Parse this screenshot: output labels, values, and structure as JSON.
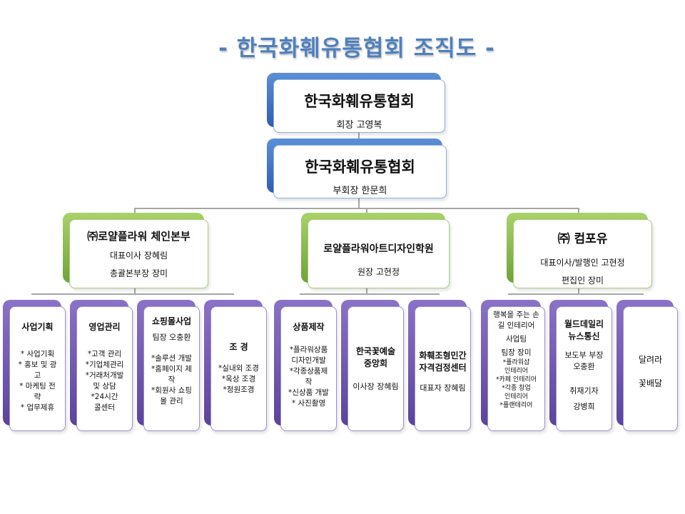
{
  "title": "- 한국화훼유통협회 조직도 -",
  "top": [
    {
      "name": "한국화훼유통협회",
      "sub": "회장 고영복"
    },
    {
      "name": "한국화훼유통협회",
      "sub": "부회장 한문희"
    }
  ],
  "divisions": [
    {
      "name": "㈜로얄플라워 체인본부",
      "lines": [
        "대표이사 장혜림",
        "총괄본부장 장미"
      ]
    },
    {
      "name": "로얄플라워아트디자인학원",
      "lines": [
        "원장 고현정"
      ]
    },
    {
      "name": "㈜ 컴포유",
      "lines": [
        "대표이사/발행인 고현정",
        "편집인 장미"
      ]
    }
  ],
  "leaves": [
    {
      "title": "사업기획",
      "sub": "",
      "lines": [
        "* 사업기획",
        "* 홍보 및 광",
        "고",
        "* 마케팅 전",
        "략",
        "* 업무제휴"
      ]
    },
    {
      "title": "영업관리",
      "sub": "",
      "lines": [
        "*고객 관리",
        "*기업체관리",
        "*거래처개발",
        "및 상담",
        "*24시간",
        "콜센터"
      ]
    },
    {
      "title": "쇼핑몰사업",
      "sub": "팀장 오충환",
      "lines": [
        "*솔루션 개발",
        "*홈페이지 제",
        "작",
        "*회원사 쇼핑",
        "몰 관리"
      ]
    },
    {
      "title": "조 경",
      "sub": "",
      "lines": [
        "*실내외 조경",
        "*옥상 조경",
        "*정원조경"
      ]
    },
    {
      "title": "상품제작",
      "sub": "",
      "lines": [
        "*플라워상품",
        "디자인개발",
        "*각종상품제",
        "작",
        "*신상품 개발",
        "* 사진촬영"
      ]
    },
    {
      "title": "한국꽃예술 중앙회",
      "sub": "",
      "lines": [
        "이사장 장혜림"
      ]
    },
    {
      "title": "화훼조형민간 자격검정센터",
      "sub": "",
      "lines": [
        "대표자 장혜림"
      ]
    },
    {
      "title": "행복을 주는 손길 인테리어",
      "sub": "사업팀",
      "sub2": "팀장 장미",
      "lines": [
        "*플라워샵",
        "인테리어",
        "*카페 인테리어",
        "*각종 창업",
        "인테리어",
        "*플랜테리어"
      ]
    },
    {
      "title": "월드데일리 뉴스통신",
      "sub": "보도부 부장",
      "sub2": "오충환",
      "lines": [
        "취재기자",
        "강병희"
      ]
    },
    {
      "title": "달려라",
      "sub": "",
      "lines": [
        "꽃배달"
      ]
    }
  ]
}
